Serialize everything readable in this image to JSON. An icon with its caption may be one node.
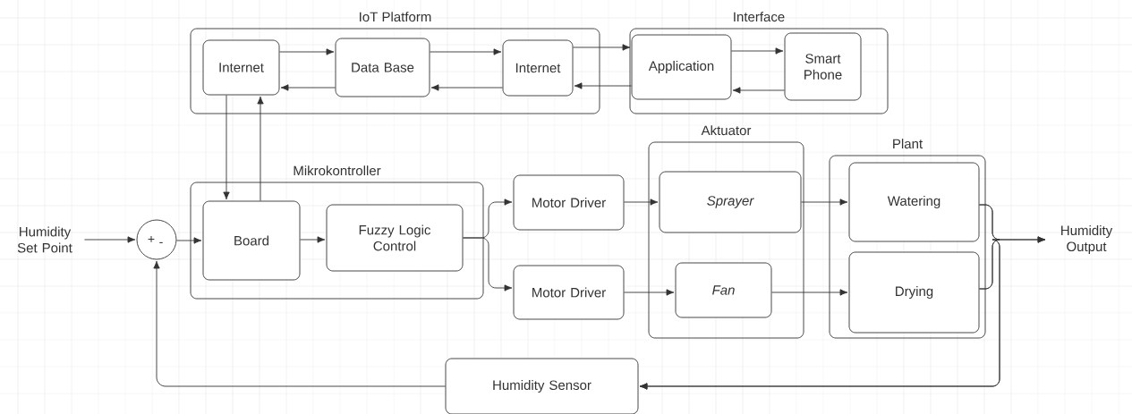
{
  "diagram": {
    "nodes": [
      {
        "text": [
          "IoT Platform"
        ]
      },
      {
        "text": [
          "Internet"
        ],
        "in": 0
      },
      {
        "text": [
          "Data Base"
        ],
        "in": 0
      },
      {
        "text": [
          "Internet"
        ],
        "in": 0
      },
      {
        "text": [
          "Interface"
        ]
      },
      {
        "text": [
          "Application"
        ],
        "in": 4
      },
      {
        "text": [
          "Smart Phone"
        ],
        "in": 4
      },
      {
        "text": [
          "Humidity Set Point"
        ]
      },
      {
        "text": [
          "+",
          "-"
        ]
      },
      {
        "text": [
          "Mikrokontroller"
        ]
      },
      {
        "text": [
          "Board"
        ],
        "in": 9
      },
      {
        "text": [
          "Fuzzy Logic Control"
        ],
        "in": 9
      },
      {
        "text": [
          "Motor Driver"
        ]
      },
      {
        "text": [
          "Motor Driver"
        ]
      },
      {
        "text": [
          "Aktuator"
        ]
      },
      {
        "text": [
          "Sprayer"
        ],
        "in": 14
      },
      {
        "text": [
          "Fan"
        ],
        "in": 14
      },
      {
        "text": [
          "Plant"
        ]
      },
      {
        "text": [
          "Watering"
        ],
        "in": 17
      },
      {
        "text": [
          "Drying"
        ],
        "in": 17
      },
      {
        "text": [
          "Humidity Output"
        ]
      },
      {
        "text": [
          "Humidity Sensor"
        ]
      }
    ],
    "edges": [
      {
        "from": 1,
        "to": 2,
        "arrow": "to"
      },
      {
        "from": 2,
        "to": 1,
        "arrow": "to"
      },
      {
        "from": 2,
        "to": 3,
        "arrow": "to"
      },
      {
        "from": 3,
        "to": 2,
        "arrow": "to"
      },
      {
        "from": 3,
        "to": 5,
        "arrow": "to"
      },
      {
        "from": 5,
        "to": 3,
        "arrow": "to"
      },
      {
        "from": 5,
        "to": 6,
        "arrow": "to"
      },
      {
        "from": 6,
        "to": 5,
        "arrow": "to"
      },
      {
        "from": 1,
        "to": 10,
        "arrow": "to"
      },
      {
        "from": 10,
        "to": 1,
        "arrow": "to"
      },
      {
        "from": 7,
        "to": 8,
        "arrow": "to"
      },
      {
        "from": 8,
        "to": 10,
        "arrow": "to"
      },
      {
        "from": 10,
        "to": 11,
        "arrow": "to"
      },
      {
        "from": 11,
        "to": 12,
        "arrow": "to"
      },
      {
        "from": 11,
        "to": 13,
        "arrow": "to"
      },
      {
        "from": 12,
        "to": 15,
        "arrow": "to"
      },
      {
        "from": 13,
        "to": 16,
        "arrow": "to"
      },
      {
        "from": 15,
        "to": 18,
        "arrow": "to"
      },
      {
        "from": 16,
        "to": 19,
        "arrow": "to"
      },
      {
        "from": 18,
        "to": 20,
        "arrow": "to"
      },
      {
        "from": 19,
        "to": 20,
        "arrow": "to"
      },
      {
        "from": 18,
        "to": 21,
        "arrow": "to"
      },
      {
        "from": 19,
        "to": 21,
        "arrow": "to"
      },
      {
        "from": 21,
        "to": 8,
        "arrow": "to"
      }
    ]
  }
}
